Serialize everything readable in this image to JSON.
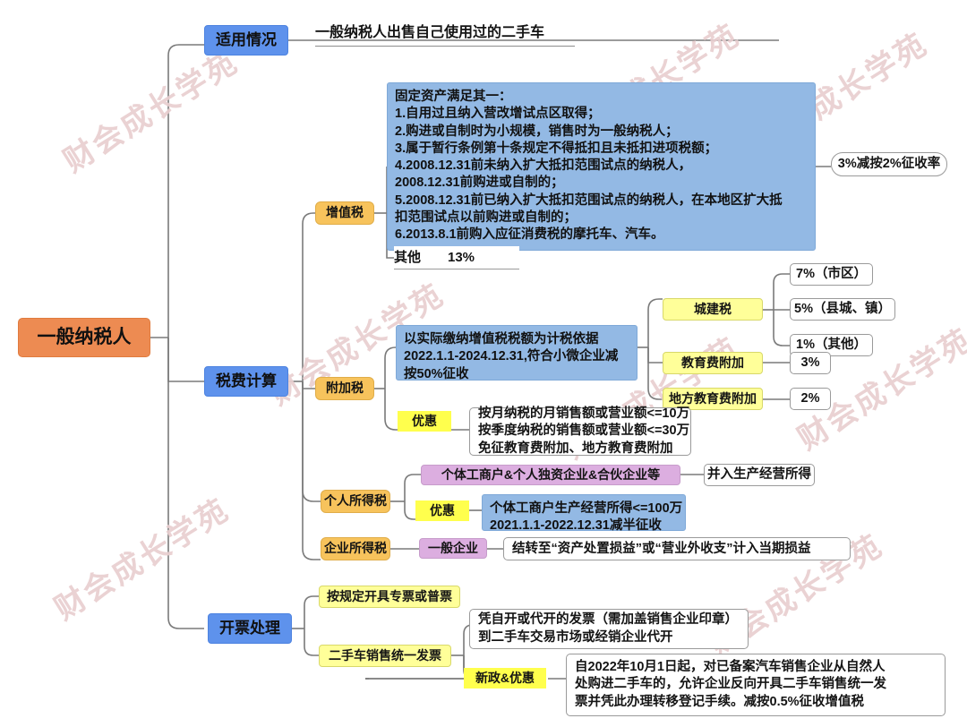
{
  "meta": {
    "root_color": "#ED8B52",
    "branch_color": "#5E92EC",
    "sub_color": "#F7C35C",
    "highlight_color": "#FFFF4D",
    "yellow_box_color": "#FFFF99",
    "purple_color": "#DCAEE0",
    "blue_block_color": "#93B9E4",
    "line_color": "#7a7a7a",
    "watermark_color": "#e9cfd0"
  },
  "watermark": {
    "text": "财会成长学苑"
  },
  "root": {
    "label": "一般纳税人"
  },
  "branches": {
    "applicable": {
      "label": "适用情况",
      "detail": "一般纳税人出售自己使用过的二手车"
    },
    "tax_calc": {
      "label": "税费计算",
      "vat": {
        "label": "增值税",
        "conditions_title": "固定资产满足其一：",
        "conditions": [
          "1.自用过且纳入营改增试点区取得；",
          "2.购进或自制时为小规模，销售时为一般纳税人；",
          "3.属于暂行条例第十条规定不得抵扣且未抵扣进项税额；",
          "4.2008.12.31前未纳入扩大抵扣范围试点的纳税人，",
          "2008.12.31前购进或自制的；",
          "5.2008.12.31前已纳入扩大抵扣范围试点的纳税人，在本地区扩大抵",
          "扣范围试点以前购进或自制的；",
          "6.2013.8.1前购入应征消费税的摩托车、汽车。"
        ],
        "rate_reduced": "3%减按2%征收率",
        "other_label": "其他",
        "other_rate": "13%"
      },
      "surtax": {
        "label": "附加税",
        "basis": [
          "以实际缴纳增值税税额为计税依据",
          "2022.1.1-2024.12.31,符合小微企业减",
          "按50%征收"
        ],
        "items": [
          {
            "name": "城建税",
            "rates": [
              "7%（市区）",
              "5%（县城、镇）",
              "1%（其他）"
            ]
          },
          {
            "name": "教育费附加",
            "rates": [
              "3%"
            ]
          },
          {
            "name": "地方教育费附加",
            "rates": [
              "2%"
            ]
          }
        ],
        "benefit_label": "优惠",
        "benefit_lines": [
          "按月纳税的月销售额或营业额<=10万",
          "按季度纳税的销售额或营业额<=30万",
          "免征教育费附加、地方教育费附加"
        ]
      },
      "income_tax": {
        "label": "个人所得税",
        "entity": "个体工商户&个人独资企业&合伙企业等",
        "entity_result": "并入生产经营所得",
        "benefit_label": "优惠",
        "benefit_lines": [
          "个体工商户生产经营所得<=100万",
          "2021.1.1-2022.12.31减半征收"
        ]
      },
      "corporate_tax": {
        "label": "企业所得税",
        "entity": "一般企业",
        "result": "结转至“资产处置损益”或“营业外收支”计入当期损益"
      }
    },
    "invoicing": {
      "label": "开票处理",
      "normal_invoice": "按规定开具专票或普票",
      "used_car_invoice": {
        "label": "二手车销售统一发票",
        "detail_lines": [
          "凭自开或代开的发票（需加盖销售企业印章）",
          "到二手车交易市场或经销企业代开"
        ],
        "policy_label": "新政&优惠",
        "policy_lines": [
          "自2022年10月1日起，对已备案汽车销售企业从自然人",
          "处购进二手车的，允许企业反向开具二手车销售统一发",
          "票并凭此办理转移登记手续。减按0.5%征收增值税"
        ]
      }
    }
  }
}
